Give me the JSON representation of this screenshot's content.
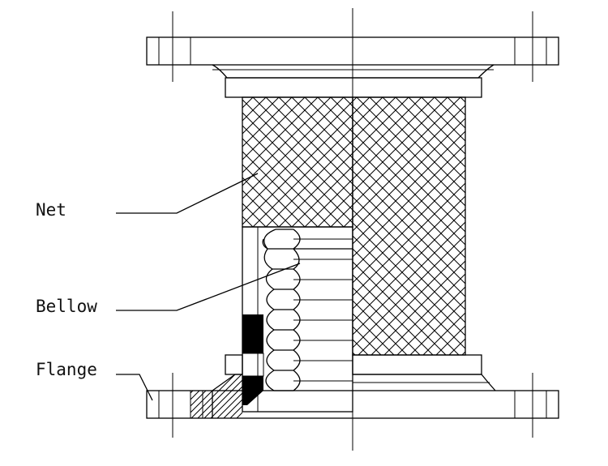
{
  "diagram": {
    "labels": {
      "net": "Net",
      "bellow": "Bellow",
      "flange": "Flange"
    },
    "colors": {
      "line": "#000000",
      "background": "#ffffff"
    }
  }
}
